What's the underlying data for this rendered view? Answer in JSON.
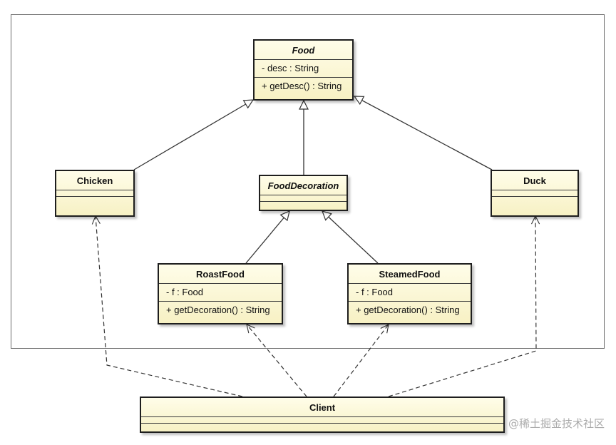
{
  "classes": {
    "food": {
      "name": "Food",
      "attribute": "- desc : String",
      "operation": "+ getDesc() : String"
    },
    "chicken": {
      "name": "Chicken"
    },
    "food_decoration": {
      "name": "FoodDecoration"
    },
    "duck": {
      "name": "Duck"
    },
    "roast_food": {
      "name": "RoastFood",
      "attribute": "- f : Food",
      "operation": "+ getDecoration() : String"
    },
    "steamed_food": {
      "name": "SteamedFood",
      "attribute": "- f : Food",
      "operation": "+ getDecoration() : String"
    },
    "client": {
      "name": "Client"
    }
  },
  "watermark": "@稀土掘金技术社区",
  "colors": {
    "box_fill_top": "#fffde9",
    "box_fill_bottom": "#f7f1c4",
    "border": "#1e1e1e"
  }
}
